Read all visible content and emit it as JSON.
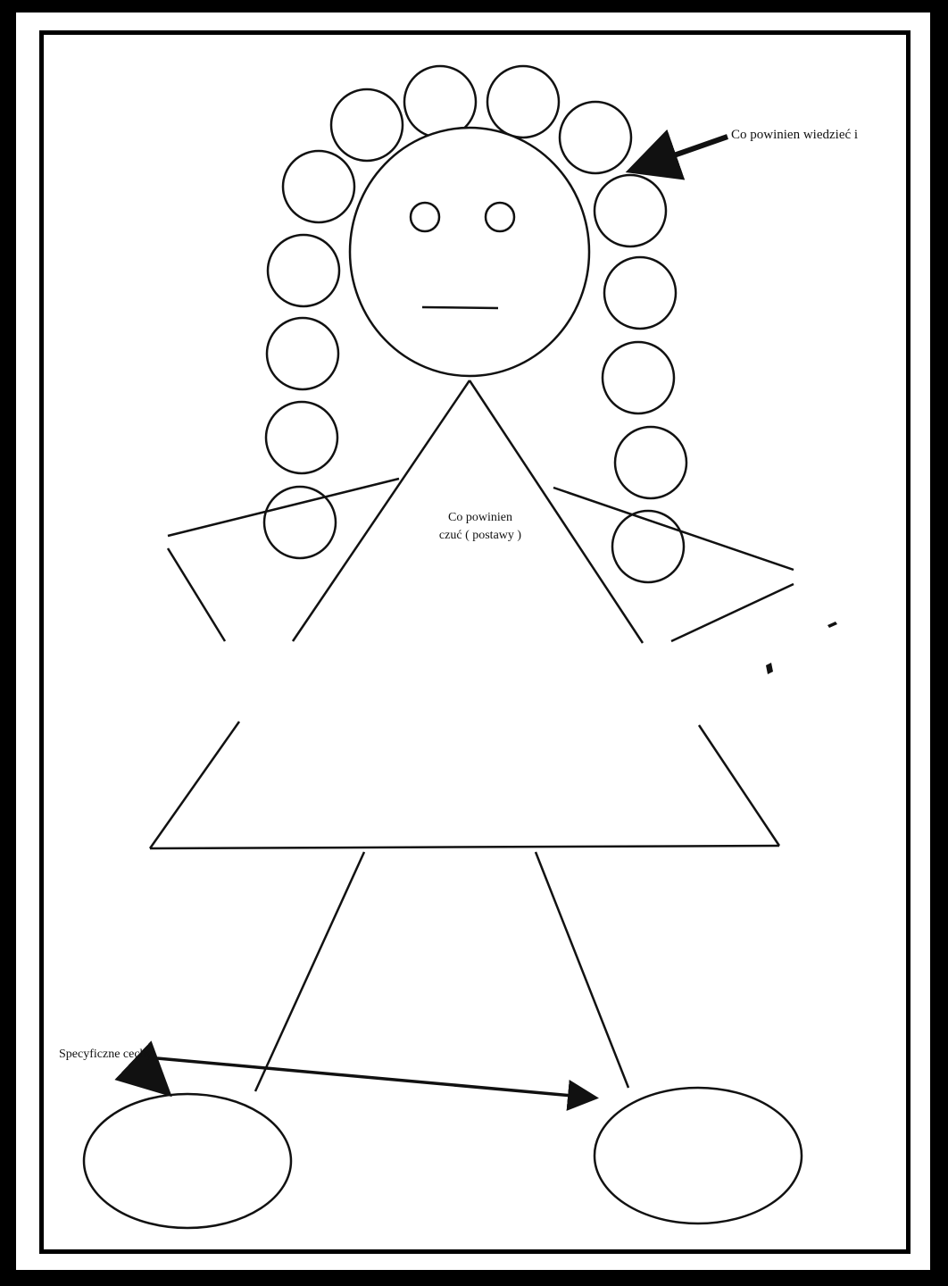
{
  "labels": {
    "know": "Co powinien wiedzieć i",
    "feel_line1": "Co powinien",
    "feel_line2": "czuć ( postawy )",
    "traits": "Specyficzne cechy"
  },
  "colors": {
    "background": "#000000",
    "paper": "#ffffff",
    "ink": "#111111"
  }
}
